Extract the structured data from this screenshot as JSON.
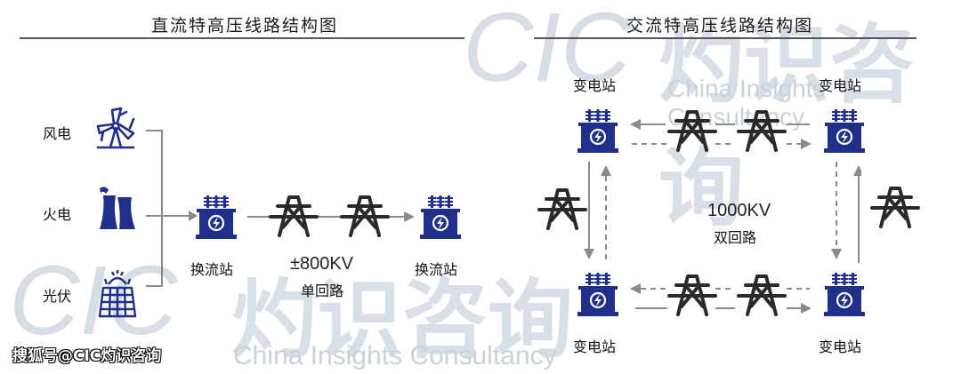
{
  "watermark": {
    "logo_text": "CIC",
    "cn_text": "灼识咨询",
    "en_text": "China Insights Consultancy"
  },
  "left_panel": {
    "title": "直流特高压线路结构图",
    "sources": [
      {
        "label": "风电",
        "icon": "wind-turbine-icon"
      },
      {
        "label": "火电",
        "icon": "power-plant-icon"
      },
      {
        "label": "光伏",
        "icon": "solar-panel-icon"
      }
    ],
    "station_left": "换流站",
    "station_right": "换流站",
    "voltage": "±800KV",
    "circuit": "单回路"
  },
  "right_panel": {
    "title": "交流特高压线路结构图",
    "station_tl": "变电站",
    "station_tr": "变电站",
    "station_bl": "变电站",
    "station_br": "变电站",
    "voltage": "1000KV",
    "circuit": "双回路"
  },
  "footer": {
    "source": "搜狐号@CIC灼识咨询"
  },
  "colors": {
    "icon_blue": "#1f2f8a",
    "tower_dark": "#2a2a2a",
    "arrow_gray": "#8a8a8a",
    "watermark": "#c9d2dc"
  }
}
